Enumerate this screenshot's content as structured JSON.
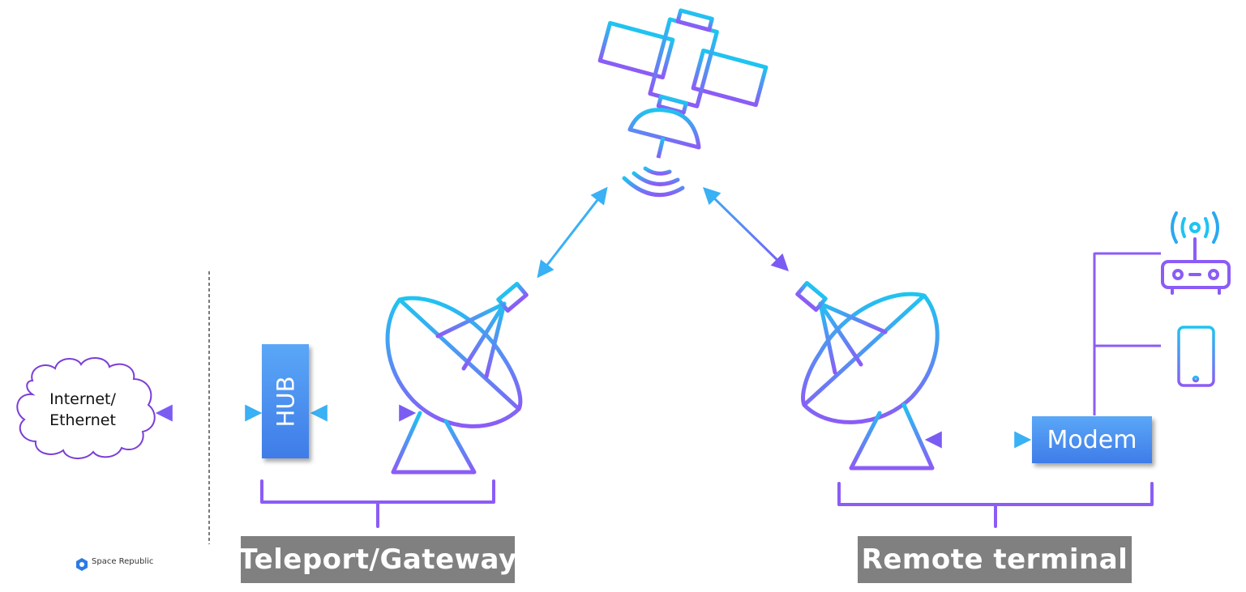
{
  "labels": {
    "cloud": "Internet/\nEthernet",
    "hub": "HUB",
    "modem": "Modem",
    "teleport": "Teleport/Gateway",
    "remote": "Remote terminal"
  },
  "brand": {
    "name": "Space Republic"
  },
  "colors": {
    "gradient_start": "#1fc4f0",
    "gradient_end": "#8b5cf6",
    "arrow_blue": "#3ab0f5",
    "arrow_purple": "#7b5cf2",
    "bracket": "#8b5cf6",
    "label_bg": "#808080",
    "box_blue": "#4a8ef0"
  },
  "icons": [
    "satellite-icon",
    "dish-icon",
    "cloud-icon",
    "router-icon",
    "phone-icon",
    "space-republic-logo"
  ]
}
